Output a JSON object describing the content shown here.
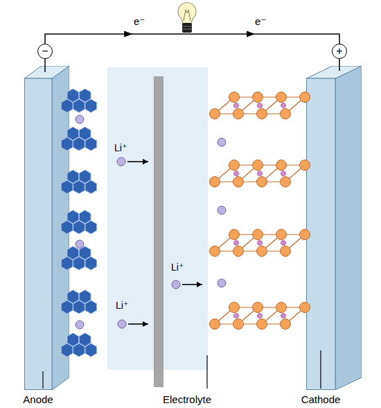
{
  "diagram": {
    "nodes": [
      {
        "text": [
          "−"
        ]
      },
      {
        "text": [
          "+"
        ]
      },
      {
        "text": [
          "Anode"
        ]
      },
      {
        "text": [
          "Electrolyte"
        ]
      },
      {
        "text": [
          "Cathode"
        ]
      }
    ],
    "edges": [
      {
        "from": 0,
        "to": 1,
        "arrow": "to",
        "label": "e⁻"
      }
    ],
    "labels": [
      "e⁻",
      "Li⁺",
      "Li⁺",
      "Li⁺"
    ]
  }
}
